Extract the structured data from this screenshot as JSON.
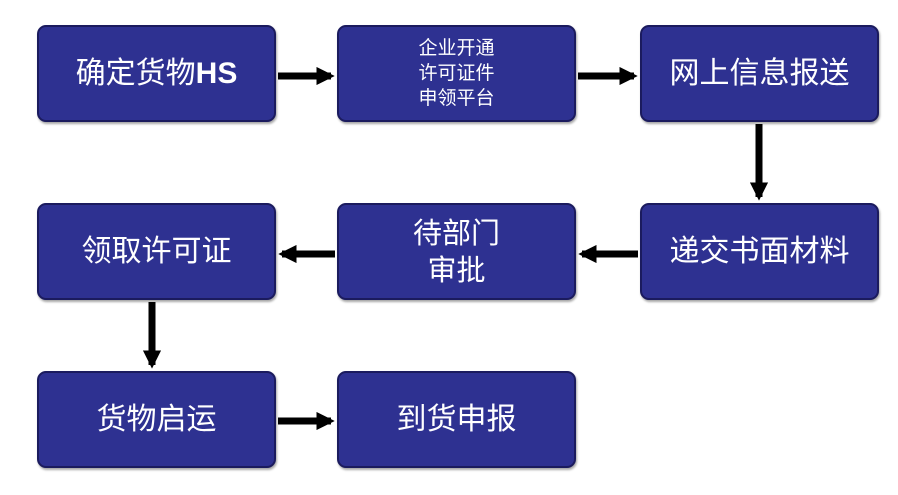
{
  "steps": {
    "determine_hs": {
      "text": "确定货物",
      "suffix": "HS"
    },
    "platform": {
      "lines": [
        "企业开通",
        "许可证件",
        "申领平台"
      ]
    },
    "online_submit": {
      "text": "网上信息报送"
    },
    "paper_submit": {
      "text": "递交书面材料"
    },
    "dept_review": {
      "lines": [
        "待部门",
        "审批"
      ]
    },
    "get_license": {
      "text": "领取许可证"
    },
    "ship": {
      "text": "货物启运"
    },
    "declare": {
      "text": "到货申报"
    }
  },
  "colors": {
    "box_fill": "#2e3191",
    "box_border": "#1b1b5e",
    "text": "#ffffff",
    "arrow": "#000000"
  },
  "icons": [
    "arrow-right-icon",
    "arrow-down-icon",
    "arrow-left-icon"
  ]
}
